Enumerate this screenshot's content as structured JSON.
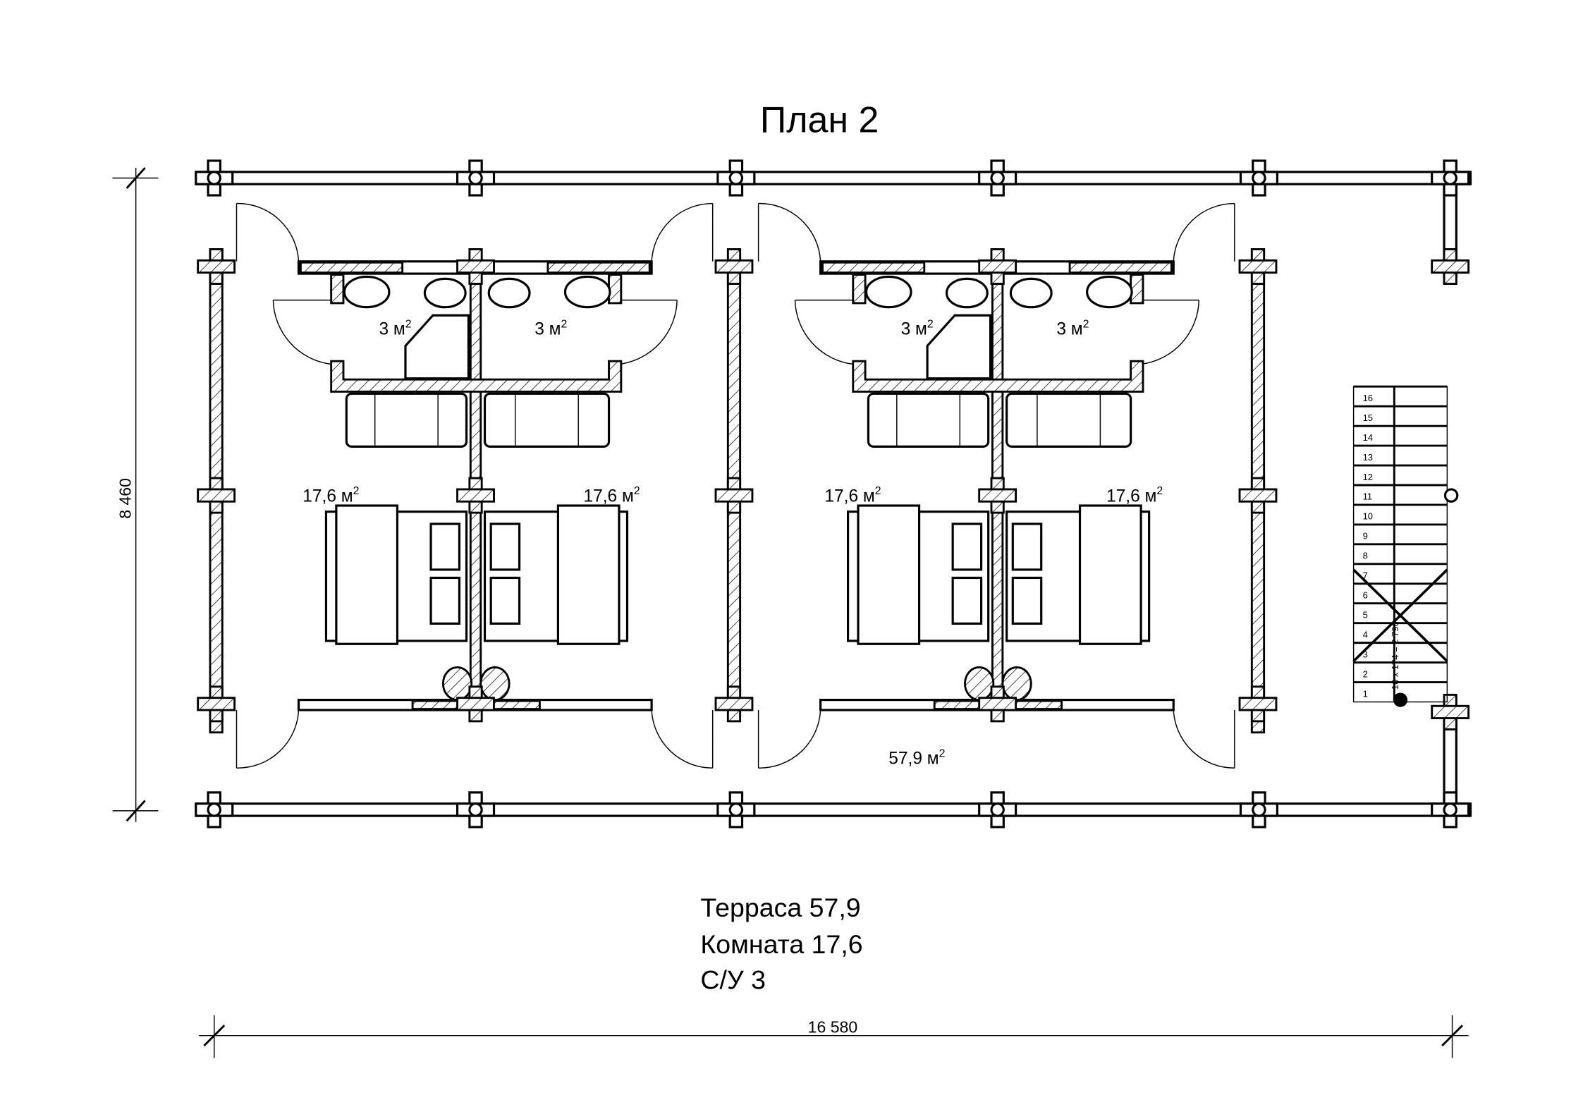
{
  "title": "План 2",
  "dimensions": {
    "height": "8 460",
    "width": "16 580",
    "stair": "16 x 174 = 2 790"
  },
  "areas": {
    "bath_1": "3 м",
    "bath_2": "3 м",
    "bath_3": "3 м",
    "bath_4": "3 м",
    "room_1": "17,6 м",
    "room_2": "17,6 м",
    "room_3": "17,6 м",
    "room_4": "17,6 м",
    "terrace": "57,9 м",
    "superscript": "2"
  },
  "stair_steps": [
    "1",
    "2",
    "3",
    "4",
    "5",
    "6",
    "7",
    "8",
    "9",
    "10",
    "11",
    "12",
    "13",
    "14",
    "15",
    "16"
  ],
  "legend": [
    "Терраса 57,9",
    "Комната 17,6",
    "С/У 3"
  ]
}
